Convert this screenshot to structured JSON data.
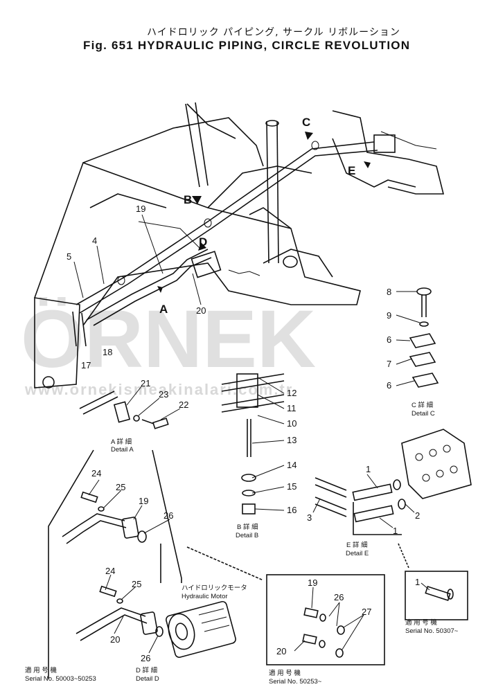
{
  "header": {
    "japanese_title": "ハイドロリック パイピング, サークル リボルーション",
    "figure_title": "Fig. 651  HYDRAULIC PIPING, CIRCLE REVOLUTION"
  },
  "watermark": {
    "brand": "ÖRNEK",
    "url": "www.ornekismeakinalari.com.tr"
  },
  "view_letters": [
    "A",
    "B",
    "C",
    "D",
    "E"
  ],
  "callouts": {
    "main": [
      "4",
      "5",
      "17",
      "18",
      "19",
      "20"
    ],
    "detail_a": [
      "21",
      "22",
      "23"
    ],
    "detail_b": [
      "10",
      "11",
      "12",
      "13",
      "14",
      "15",
      "16"
    ],
    "detail_c": [
      "6",
      "6",
      "7",
      "8",
      "9"
    ],
    "detail_d_upper": [
      "19",
      "24",
      "25",
      "26"
    ],
    "detail_d_lower": [
      "20",
      "24",
      "25",
      "26"
    ],
    "detail_e": [
      "1",
      "1",
      "2",
      "3"
    ],
    "detail_e_serial": [
      "1"
    ],
    "detail_serial_box": [
      "19",
      "20",
      "26",
      "27"
    ]
  },
  "detail_labels": {
    "a_jp": "A 詳 細",
    "a_en": "Detail A",
    "b_jp": "B 詳 細",
    "b_en": "Detail B",
    "c_jp": "C 詳 細",
    "c_en": "Detail C",
    "d_jp": "D 詳 細",
    "d_en": "Detail D",
    "e_jp": "E 詳 細",
    "e_en": "Detail E",
    "motor_jp": "ハイドロリックモータ",
    "motor_en": "Hydraulic Motor"
  },
  "serials": {
    "serial_jp": "適 用 号 機",
    "d_range": "Serial No. 50003~50253",
    "box_range": "Serial No. 50253~",
    "e_range": "Serial No. 50307~"
  }
}
